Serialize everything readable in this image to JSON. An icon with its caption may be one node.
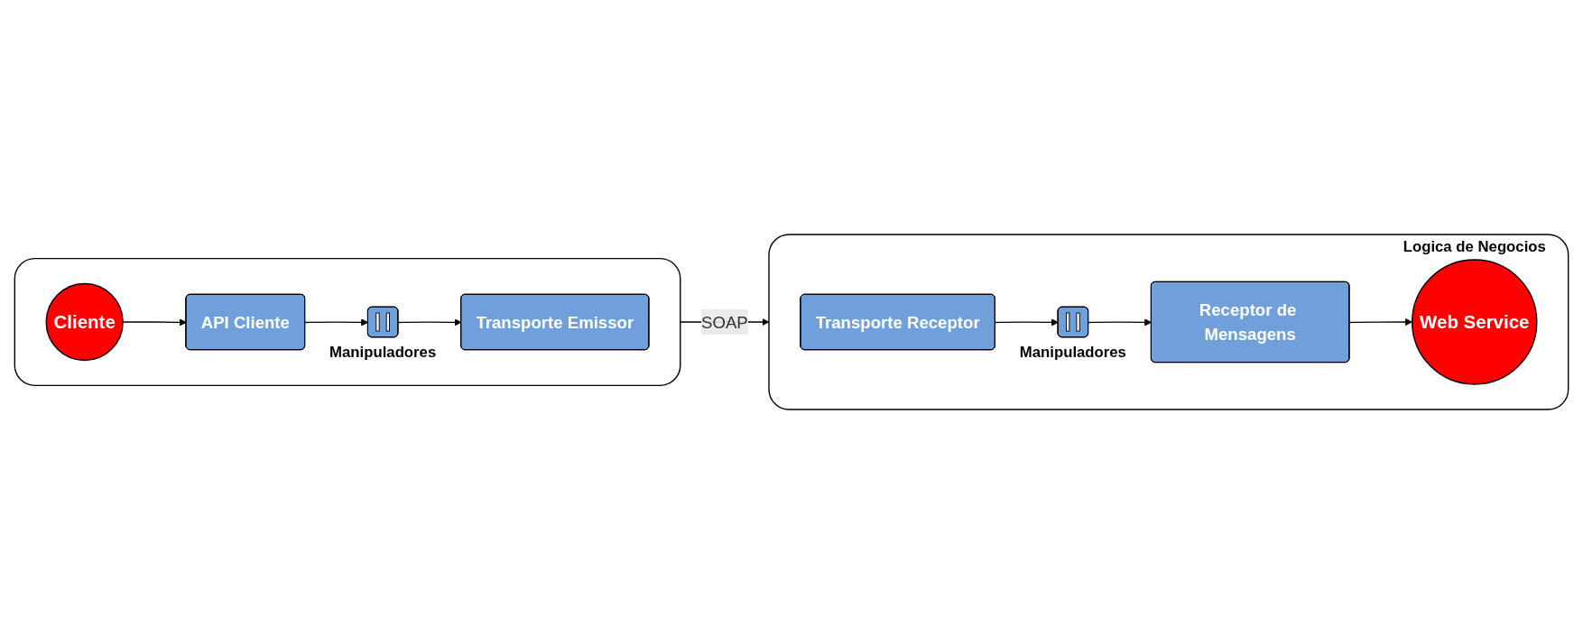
{
  "diagram": {
    "nodes": [
      {
        "text": [],
        "shape": "box"
      },
      {
        "text": [
          "Cliente"
        ],
        "in": 0
      },
      {
        "text": [
          "API Cliente"
        ],
        "in": 0
      },
      {
        "text": [],
        "shape": "box",
        "in": 0,
        "beside": [
          "Manipuladores"
        ]
      },
      {
        "text": [
          "Transporte Emissor"
        ],
        "in": 0
      },
      {
        "text": [],
        "shape": "box"
      },
      {
        "text": [
          "Web Service"
        ],
        "in": 5,
        "beside": [
          "Logica de Negocios"
        ]
      },
      {
        "text": [
          "Transporte Receptor"
        ],
        "in": 5
      },
      {
        "text": [],
        "shape": "box",
        "in": 5,
        "beside": [
          "Manipuladores"
        ]
      },
      {
        "text": [
          "Receptor de Mensagens"
        ],
        "in": 5
      }
    ],
    "edges": [
      {
        "from": 1,
        "to": 2,
        "arrow": "to"
      },
      {
        "from": 2,
        "to": 3,
        "arrow": "to"
      },
      {
        "from": 3,
        "to": 4,
        "arrow": "to"
      },
      {
        "from": 0,
        "to": 5,
        "arrow": "to",
        "label": "SOAP"
      },
      {
        "from": 7,
        "to": 8,
        "arrow": "to"
      },
      {
        "from": 8,
        "to": 9,
        "arrow": "to"
      },
      {
        "from": 9,
        "to": 6,
        "arrow": "to"
      }
    ]
  }
}
